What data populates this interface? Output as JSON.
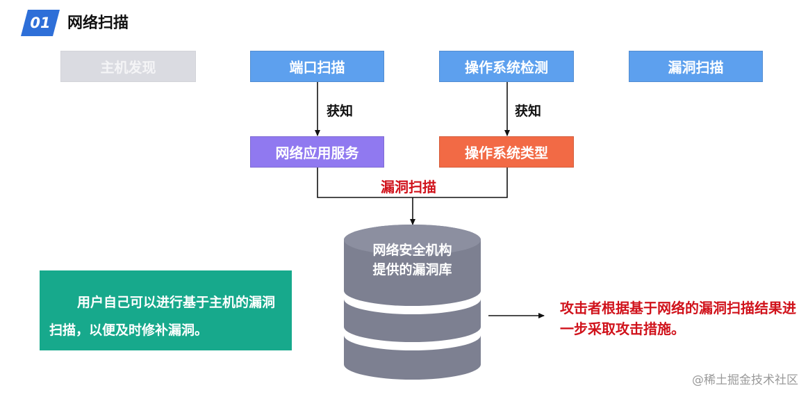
{
  "header": {
    "number": "01",
    "title": "网络扫描"
  },
  "colors": {
    "badge": "#2e6fd8",
    "disabled_box": "#dadbe1",
    "blue_box": "#5da0ee",
    "purple_box": "#9079f0",
    "orange_box": "#f26a45",
    "database": "#7d8091",
    "green_note": "#17a98c",
    "red_text": "#d0121b"
  },
  "top_boxes": [
    {
      "label": "主机发现"
    },
    {
      "label": "端口扫描"
    },
    {
      "label": "操作系统检测"
    },
    {
      "label": "漏洞扫描"
    }
  ],
  "arrow_labels": {
    "left": "获知",
    "right": "获知"
  },
  "middle_boxes": [
    {
      "label": "网络应用服务"
    },
    {
      "label": "操作系统类型"
    }
  ],
  "merge_label": "漏洞扫描",
  "database": {
    "line1": "网络安全机构",
    "line2": "提供的漏洞库"
  },
  "note": "用户自己可以进行基于主机的漏洞扫描，以便及时修补漏洞。",
  "attack": "攻击者根据基于网络的漏洞扫描结果进一步采取攻击措施。",
  "watermark": "@稀土掘金技术社区"
}
